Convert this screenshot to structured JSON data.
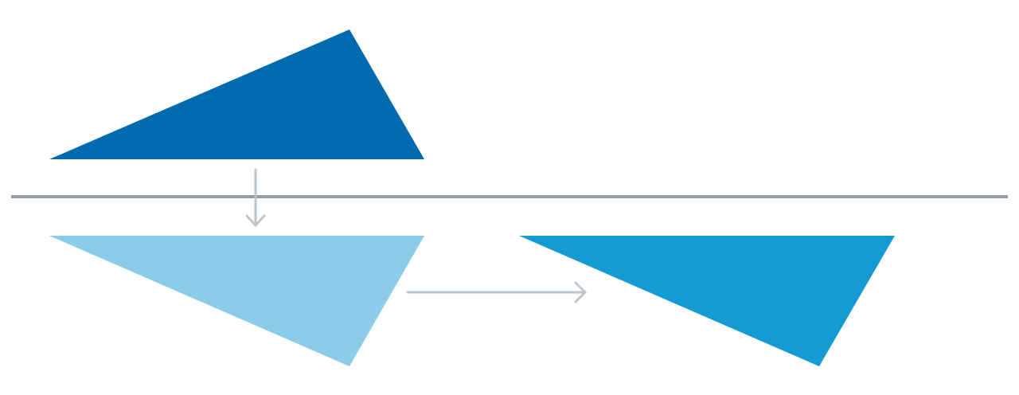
{
  "diagram": {
    "background": "#ffffff",
    "shapes": [
      {
        "name": "original-triangle",
        "role": "original",
        "color": "#006aae"
      },
      {
        "name": "reflected-triangle",
        "role": "reflection",
        "color": "#8bcde8"
      },
      {
        "name": "translated-triangle",
        "role": "translation",
        "color": "#159bd3"
      }
    ],
    "mirror_line": {
      "color": "#959ca3"
    },
    "arrows": [
      {
        "name": "reflect-arrow",
        "direction": "down",
        "color": "#bcc4ce"
      },
      {
        "name": "translate-arrow",
        "direction": "right",
        "color": "#bcc4ce"
      }
    ]
  }
}
